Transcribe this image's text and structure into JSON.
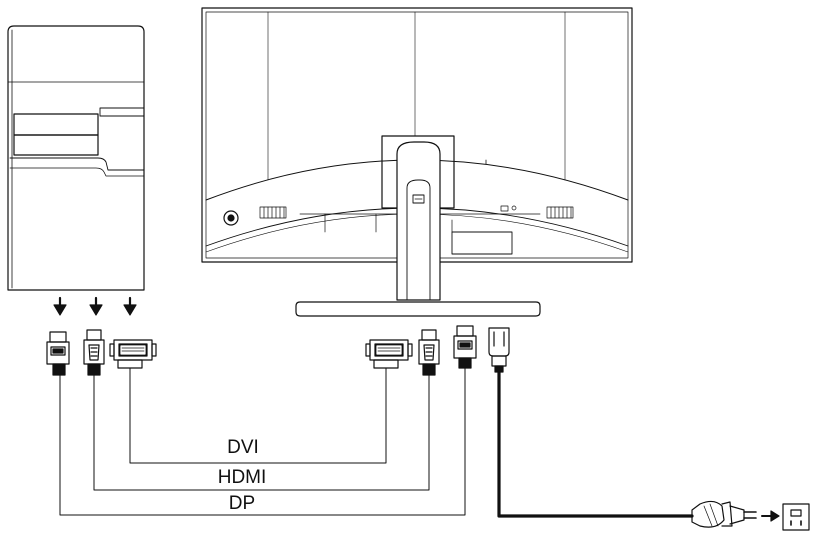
{
  "diagram": {
    "labels": {
      "dvi": "DVI",
      "hdmi": "HDMI",
      "dp": "DP"
    },
    "icons": {
      "pc": "pc-tower-icon",
      "monitor": "monitor-rear-icon",
      "stand": "monitor-stand-icon",
      "arrows": "arrow-down-icon",
      "dp_connector": "displayport-connector-icon",
      "hdmi_connector": "hdmi-connector-icon",
      "dvi_connector": "dvi-connector-icon",
      "power_connector": "iec-power-connector-icon",
      "plug": "power-plug-icon",
      "outlet": "wall-outlet-icon"
    },
    "colors": {
      "line": "#111111",
      "background": "#ffffff"
    }
  }
}
